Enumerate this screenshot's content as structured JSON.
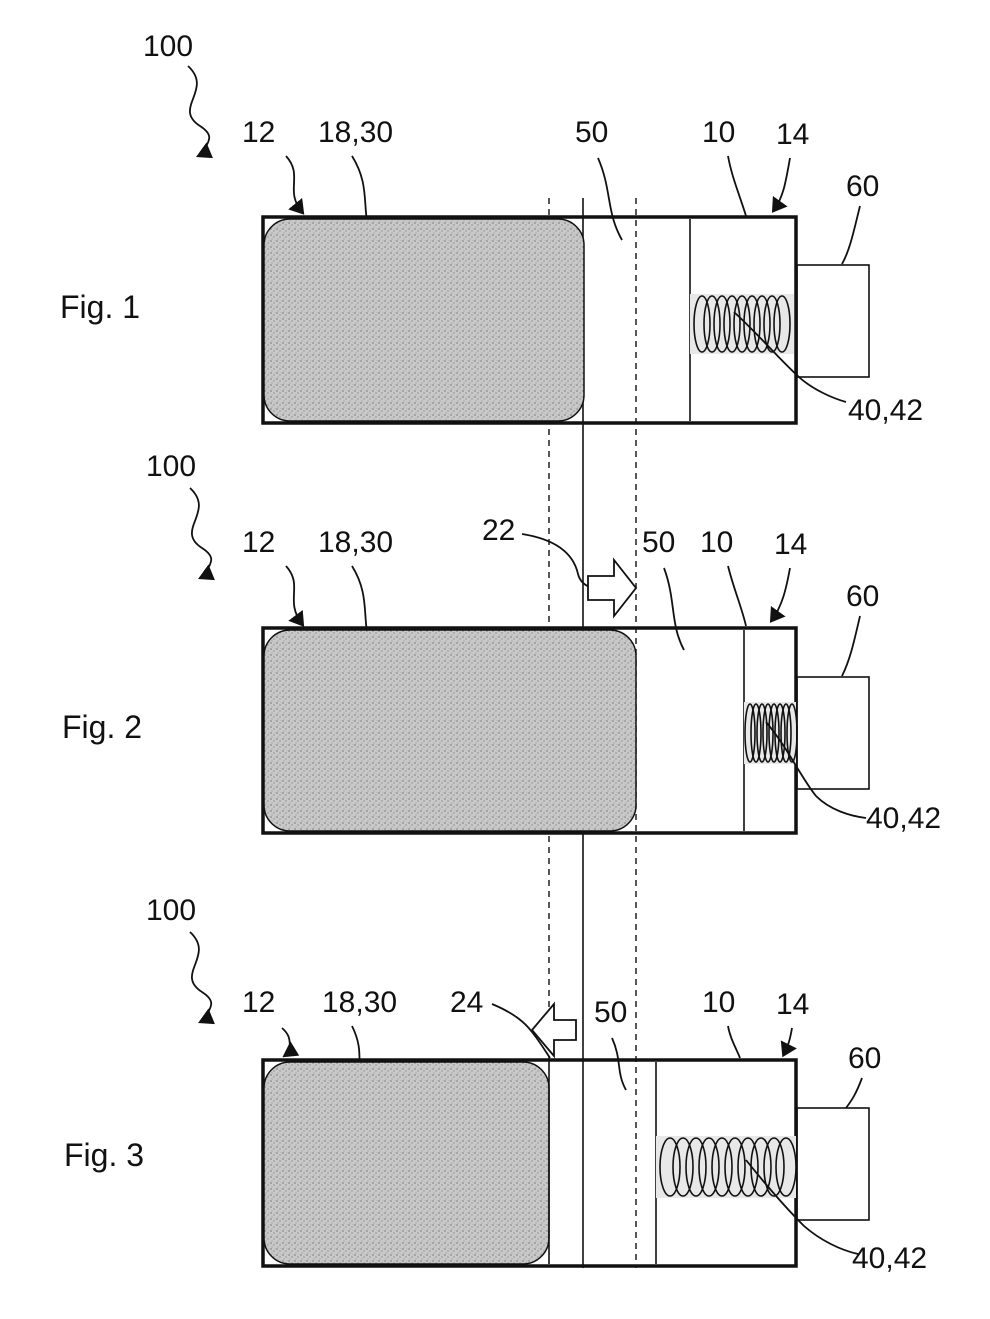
{
  "figures": [
    {
      "caption": "Fig. 1",
      "device_ref": "100",
      "refs": {
        "left_end": "12",
        "battery": "18,30",
        "separator": "50",
        "housing": "10",
        "right_end": "14",
        "cap": "60",
        "spring": "40,42"
      }
    },
    {
      "caption": "Fig. 2",
      "device_ref": "100",
      "motion_arrow": "22",
      "refs": {
        "left_end": "12",
        "battery": "18,30",
        "separator": "50",
        "housing": "10",
        "right_end": "14",
        "cap": "60",
        "spring": "40,42"
      }
    },
    {
      "caption": "Fig. 3",
      "device_ref": "100",
      "motion_arrow": "24",
      "refs": {
        "left_end": "12",
        "battery": "18,30",
        "separator": "50",
        "housing": "10",
        "right_end": "14",
        "cap": "60",
        "spring": "40,42"
      }
    }
  ],
  "colors": {
    "line": "#111111",
    "fill_speckle": "#bdbdbd",
    "background": "#ffffff"
  }
}
